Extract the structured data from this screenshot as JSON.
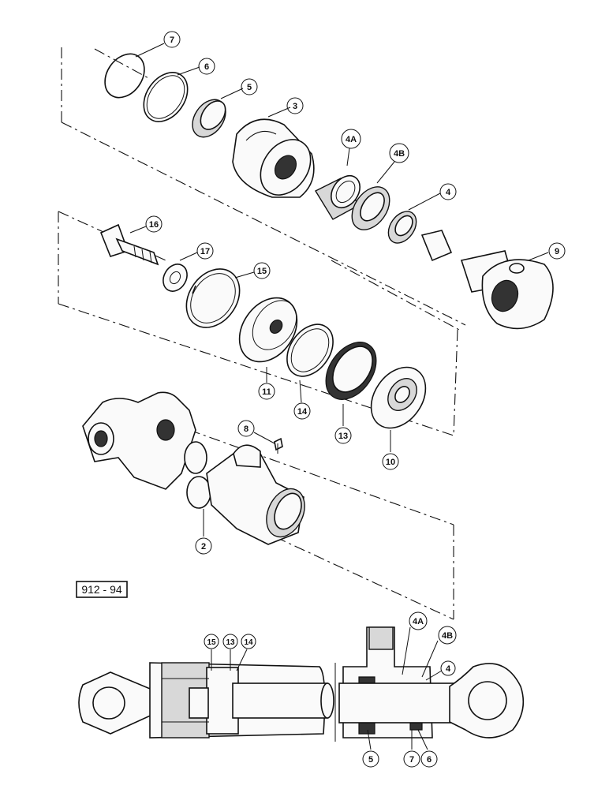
{
  "diagram": {
    "figure_code": "912 - 94",
    "callouts": {
      "p7": "7",
      "p6": "6",
      "p5": "5",
      "p3": "3",
      "p4A": "4A",
      "p4B": "4B",
      "p4": "4",
      "p9": "9",
      "p16": "16",
      "p17": "17",
      "p15": "15",
      "p11": "11",
      "p14": "14",
      "p13": "13",
      "p10": "10",
      "p8": "8",
      "p2": "2"
    },
    "section_view_labels": {
      "s15": "15",
      "s13": "13",
      "s14": "14",
      "s4A": "4A",
      "s4B": "4B",
      "s4": "4",
      "s5": "5",
      "s7": "7",
      "s6": "6"
    }
  }
}
